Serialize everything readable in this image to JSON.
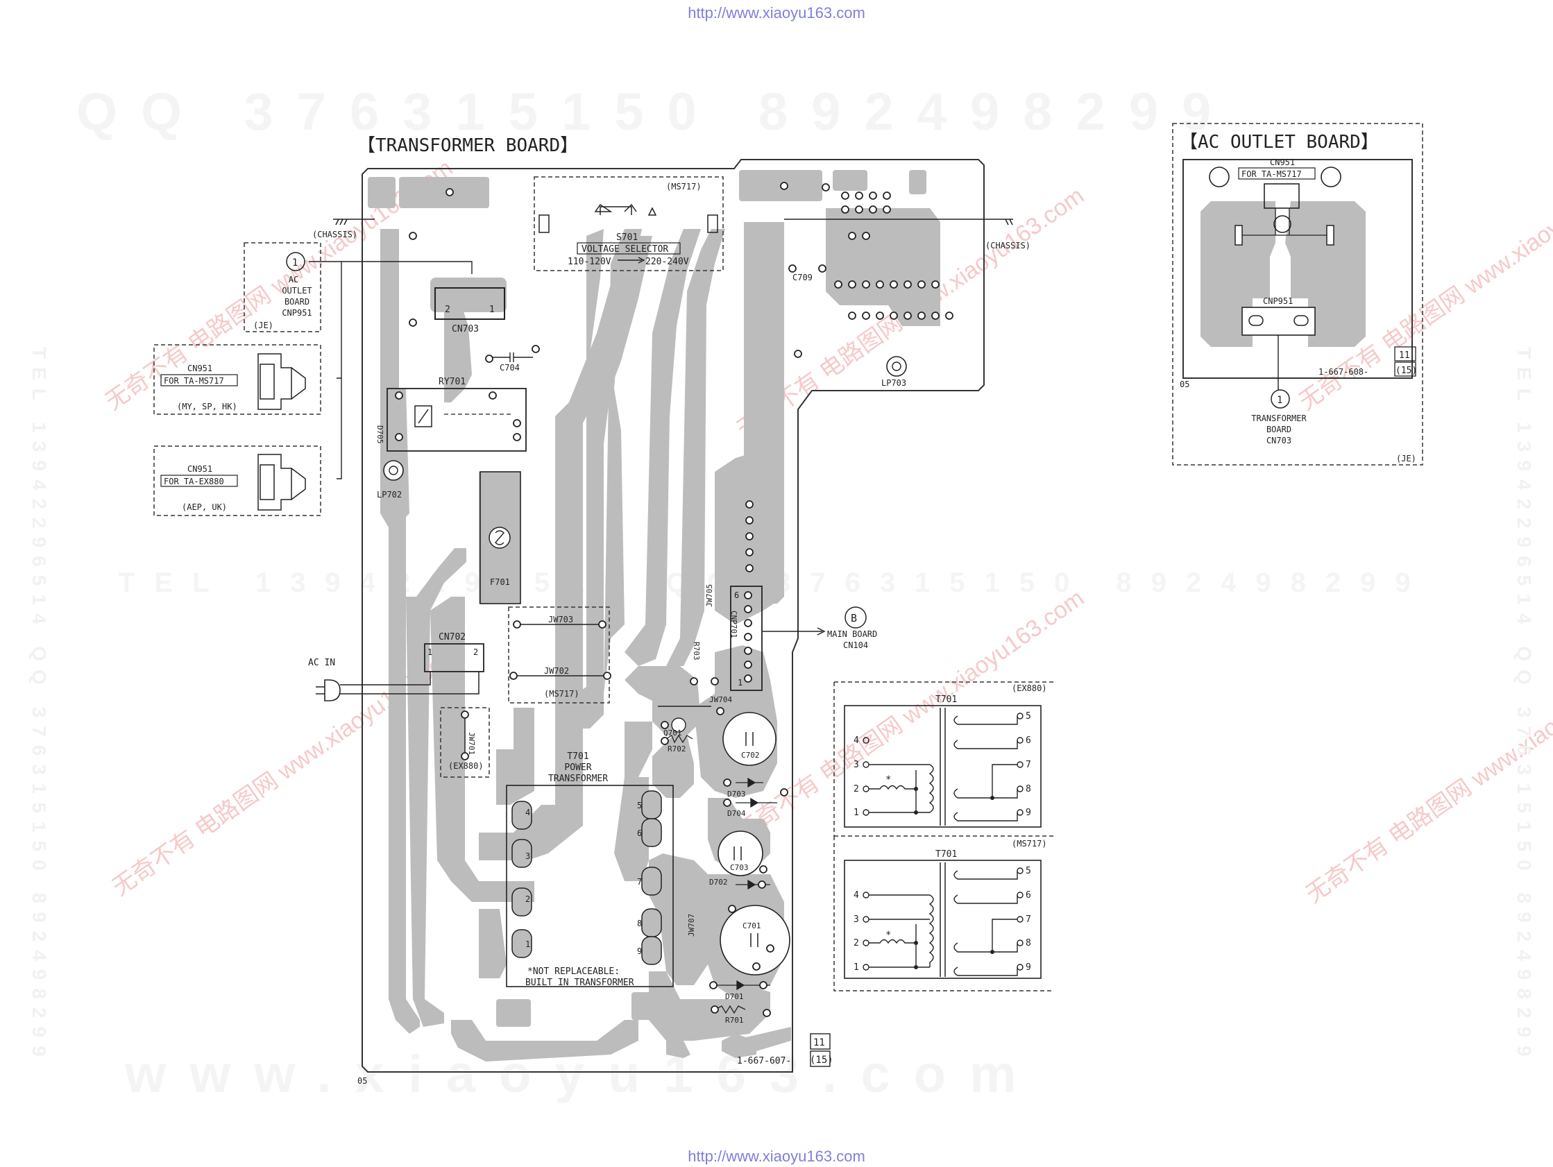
{
  "header_url": "http://www.xiaoyu163.com",
  "footer_url": "http://www.xiaoyu163.com",
  "watermarks": {
    "top": "QQ 376315150   892498299",
    "middle": "TEL 13942296514   QQ 376315150   892498299",
    "bottom": "www.xiaoyu163.com",
    "diag": "无奇不有 电路图网 www.xiaoyu163.com",
    "side": "TEL 13942296514 QQ 376315150 892498299"
  },
  "transformer_board": {
    "title": "【TRANSFORMER BOARD】",
    "chassis_left": "(CHASSIS)",
    "chassis_right": "(CHASSIS)",
    "ms717_tag": "(MS717)",
    "s701": "S701",
    "voltage_selector": "VOLTAGE SELECTOR",
    "v110": "110-120V",
    "v220": "220-240V",
    "ac_outlet_circle": "1",
    "ac_outlet_lines": [
      "AC",
      "OUTLET",
      "BOARD",
      "CNP951"
    ],
    "je_tag": "(JE)",
    "cn703": "CN703",
    "cn703_pin2": "2",
    "cn703_pin1": "1",
    "c704": "C704",
    "c709": "C709",
    "ry701": "RY701",
    "d705": "D705",
    "lp702": "LP702",
    "lp703": "LP703",
    "f701": "F701",
    "cn951_a": "CN951",
    "for_ms717": "FOR TA-MS717",
    "region_a": "(MY, SP, HK)",
    "cn951_b": "CN951",
    "for_ex880": "FOR TA-EX880",
    "region_b": "(AEP, UK)",
    "jw703": "JW703",
    "jw702": "JW702",
    "ms717_tag2": "(MS717)",
    "cn702": "CN702",
    "cn702_pin1": "1",
    "cn702_pin2": "2",
    "ac_in": "AC IN",
    "jw701": "JW701",
    "ex880_tag": "(EX880)",
    "jw705": "JW705",
    "r703": "R703",
    "cnp701": "CNP701",
    "cnp_pin6": "6",
    "cnp_pin1": "1",
    "circle_b": "B",
    "main_board": "MAIN BOARD",
    "cn104": "CN104",
    "jw704": "JW704",
    "q701": "Q701",
    "r702": "R702",
    "c702": "C702",
    "d703": "D703",
    "d704": "D704",
    "c703": "C703",
    "d702": "D702",
    "c701": "C701",
    "jw707": "JW707",
    "d701": "D701",
    "r701": "R701",
    "t701_lines": [
      "T701",
      "POWER",
      "TRANSFORMER"
    ],
    "pins_left": [
      "4",
      "3",
      "2",
      "1"
    ],
    "pins_right": [
      "5",
      "6",
      "7",
      "8",
      "9"
    ],
    "not_replaceable": [
      "*NOT REPLACEABLE:",
      "BUILT IN TRANSFORMER"
    ],
    "part_no": "1-667-607-",
    "rev_top": "11",
    "rev_bottom": "(15)",
    "corner": "05"
  },
  "ac_outlet_board": {
    "title": "【AC OUTLET BOARD】",
    "cn951": "CN951",
    "for_ms717": "FOR TA-MS717",
    "cnp951": "CNP951",
    "part_no": "1-667-608-",
    "rev_top": "11",
    "rev_bottom": "(15)",
    "corner": "05",
    "circle": "1",
    "dest_lines": [
      "TRANSFORMER",
      "BOARD",
      "CN703"
    ],
    "je_tag": "(JE)"
  },
  "schematic_ex880": {
    "variant": "(EX880)",
    "title": "T701",
    "pins_left": [
      "4",
      "3",
      "2",
      "1"
    ],
    "pins_right": [
      "5",
      "6",
      "7",
      "8",
      "9"
    ],
    "star": "*"
  },
  "schematic_ms717": {
    "variant": "(MS717)",
    "title": "T701",
    "pins_left": [
      "4",
      "3",
      "2",
      "1"
    ],
    "pins_right": [
      "5",
      "6",
      "7",
      "8",
      "9"
    ],
    "star": "*"
  }
}
